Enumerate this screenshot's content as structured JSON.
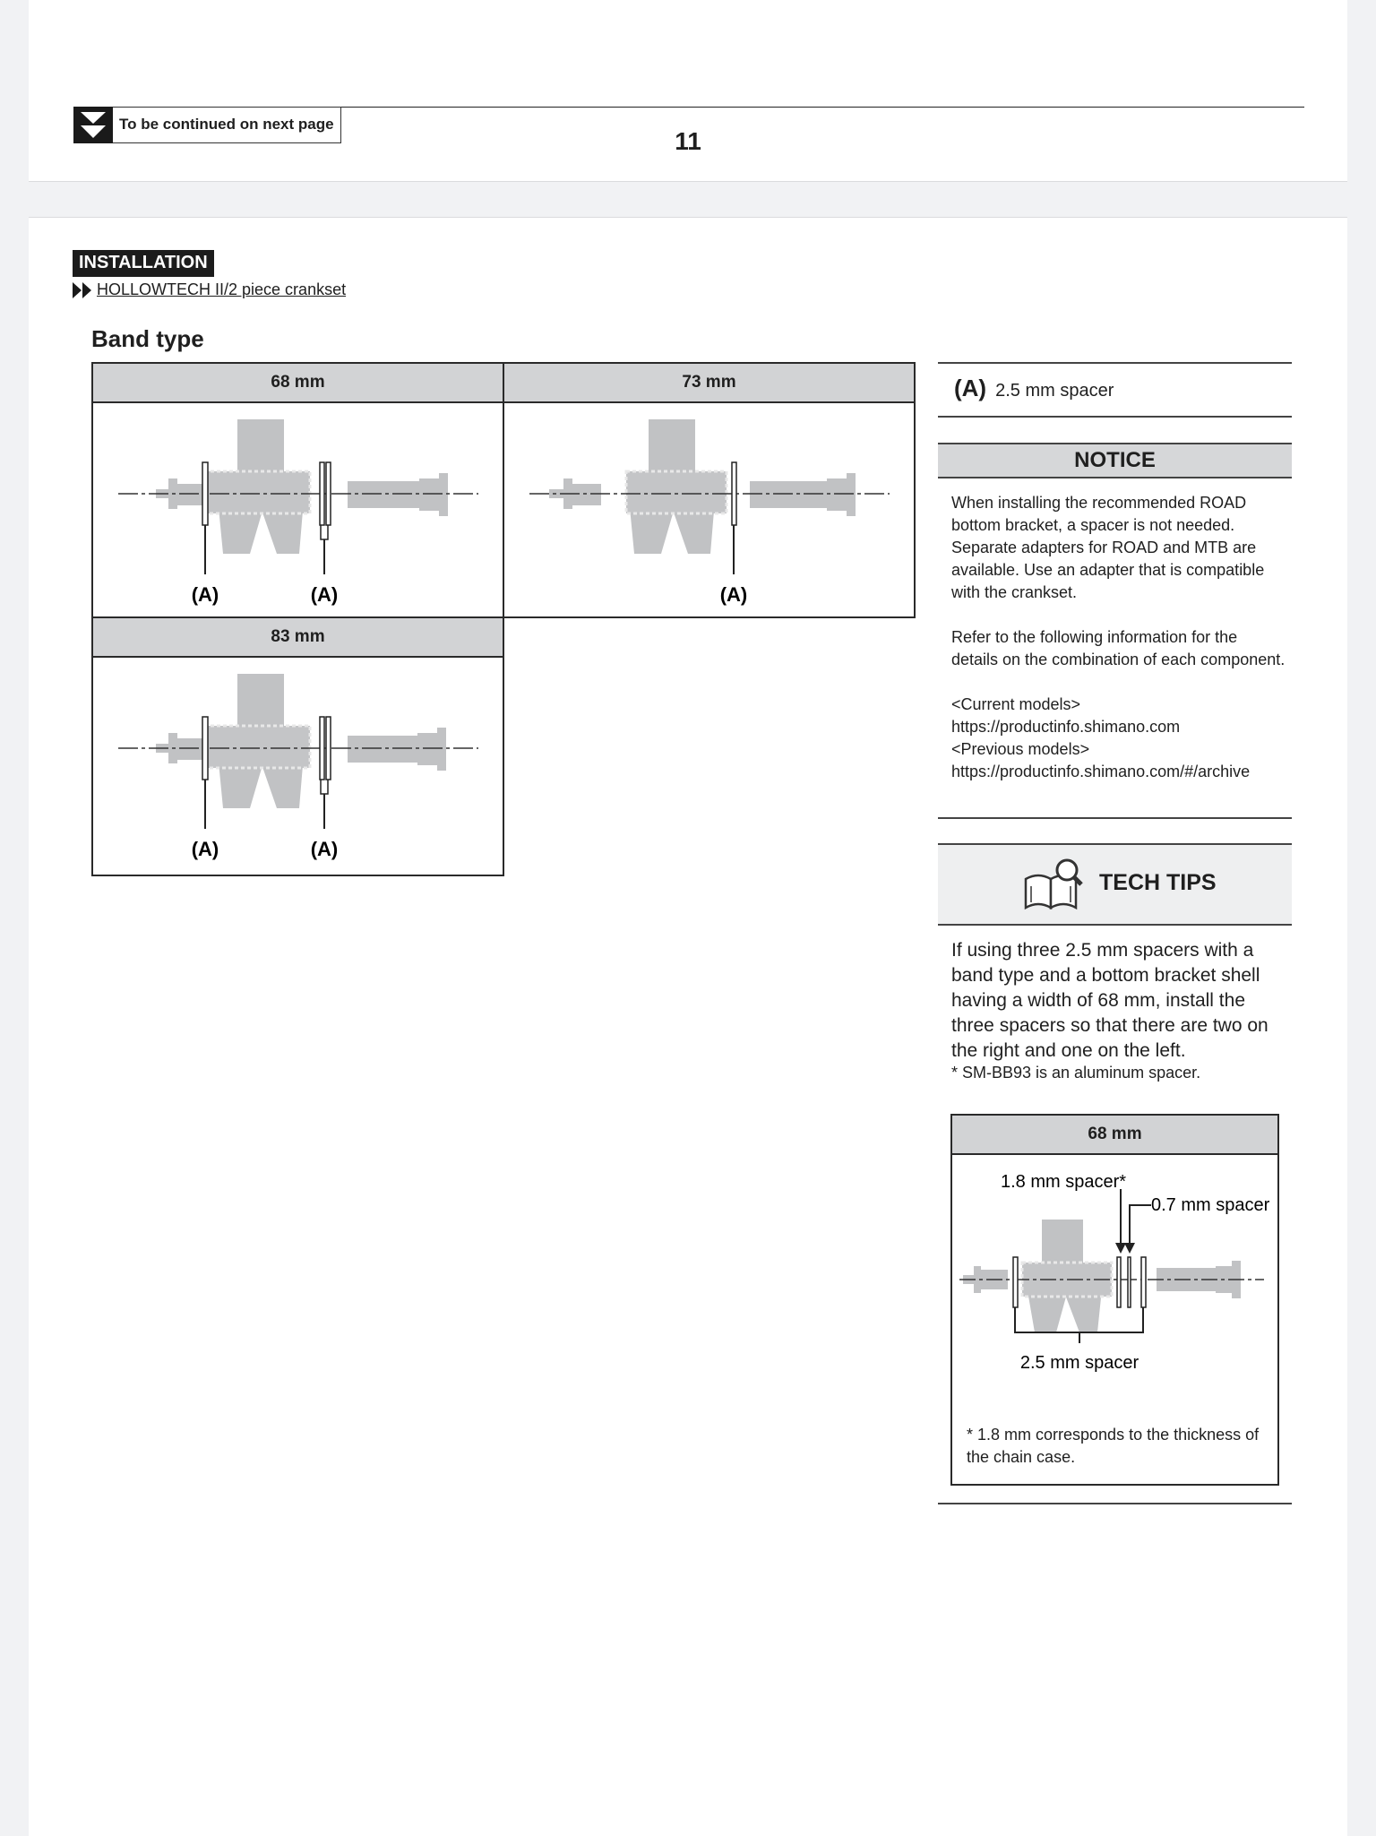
{
  "top_page": {
    "continued_label": "To be continued on next page",
    "page_number": "11"
  },
  "section": {
    "tag": "INSTALLATION",
    "subheading": "HOLLOWTECH II/2 piece crankset",
    "title": "Band type"
  },
  "diagrams": {
    "cell_68": {
      "header": "68 mm",
      "labels": [
        "(A)",
        "(A)"
      ]
    },
    "cell_73": {
      "header": "73 mm",
      "labels": [
        "(A)"
      ]
    },
    "cell_83": {
      "header": "83 mm",
      "labels": [
        "(A)",
        "(A)"
      ]
    }
  },
  "legend": {
    "key": "(A)",
    "value": "2.5 mm spacer"
  },
  "notice": {
    "title": "NOTICE",
    "para1": "When installing the recommended ROAD bottom bracket, a spacer is not needed. Separate adapters for ROAD and MTB are available. Use an adapter that is compatible with the crankset.",
    "para2": "Refer to the following information for the details on the combination of each component.",
    "current_label": "<Current models>",
    "current_url": "https://productinfo.shimano.com",
    "previous_label": "<Previous models>",
    "previous_url": "https://productinfo.shimano.com/#/archive"
  },
  "tech_tips": {
    "title": "TECH TIPS",
    "body": "If using three 2.5 mm spacers with a band type and a bottom bracket shell having a width of 68 mm, install the three spacers so that there are two on the right and one on the left.",
    "note": "* SM-BB93 is an aluminum spacer.",
    "diagram": {
      "header": "68 mm",
      "label_18": "1.8 mm spacer*",
      "label_07": "0.7 mm spacer",
      "label_25": "2.5 mm spacer",
      "footnote": "* 1.8 mm corresponds to the thickness of the chain case."
    }
  },
  "colors": {
    "part_gray": "#c1c2c4",
    "header_gray": "#d2d3d5",
    "ink": "#1f1f1f"
  }
}
